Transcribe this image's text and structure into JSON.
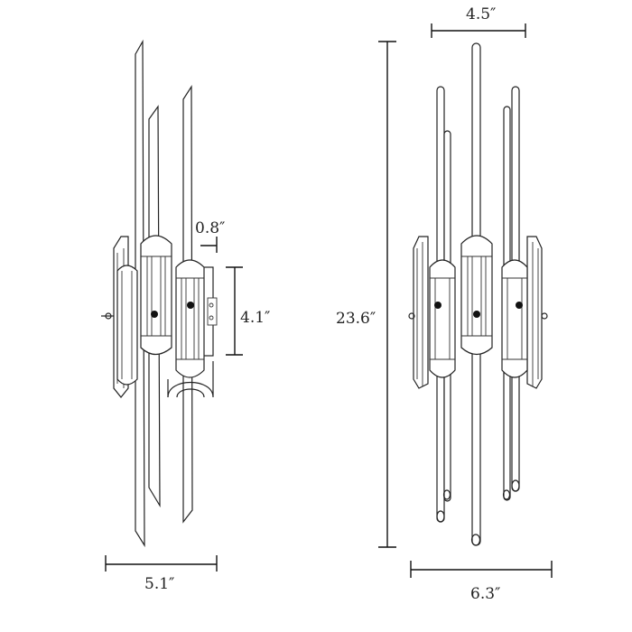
{
  "diagram": {
    "side_view": {
      "depth_label": "5.1″",
      "backplate_projection_label": "0.8″",
      "backplate_height_label": "4.1″"
    },
    "front_view": {
      "total_height_label": "23.6″",
      "top_width_label": "4.5″",
      "total_width_label": "6.3″"
    }
  }
}
